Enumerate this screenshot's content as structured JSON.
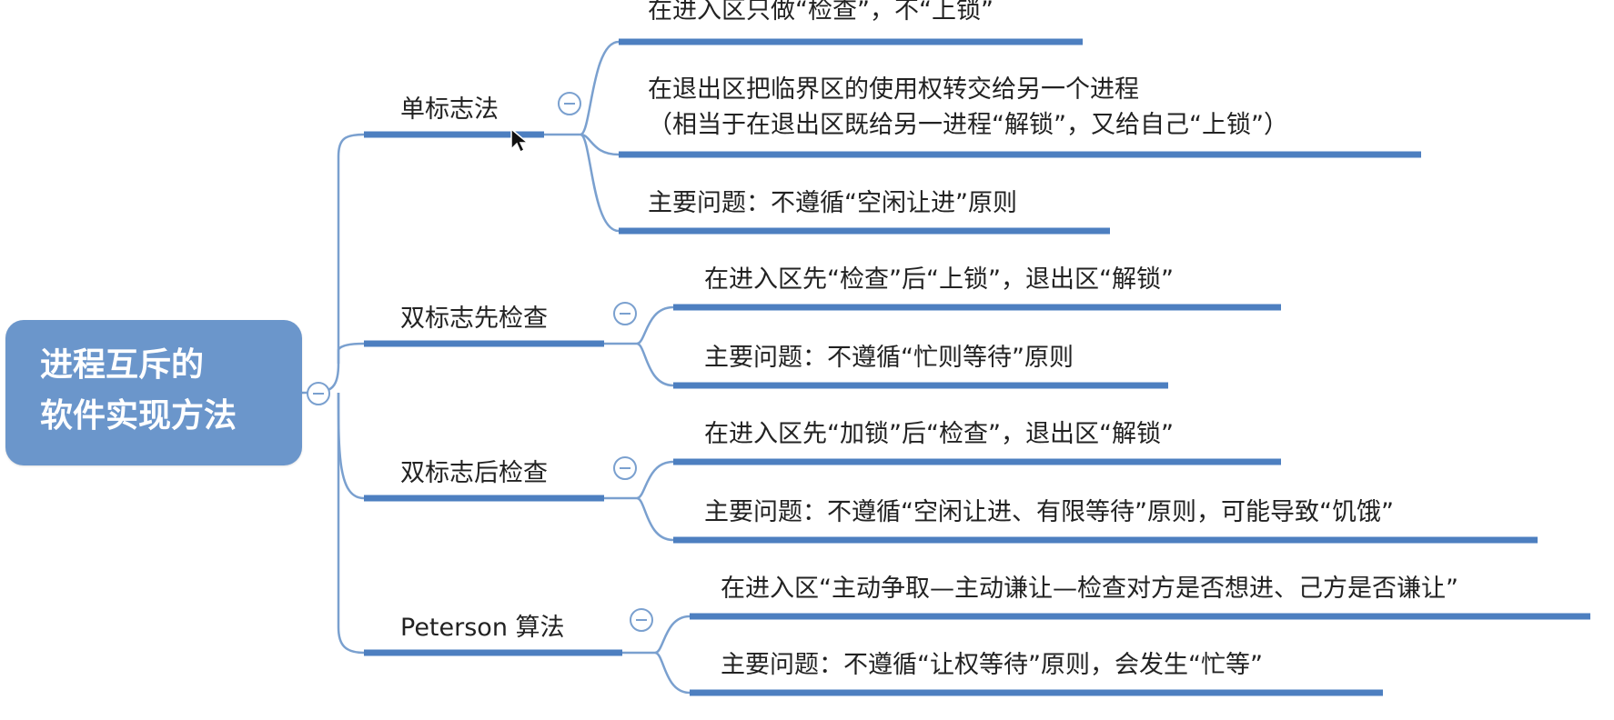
{
  "root": {
    "label_line1": "进程互斥的",
    "label_line2": "软件实现方法"
  },
  "branches": [
    {
      "label": "单标志法",
      "items": [
        "在进入区只做“检查”，不“上锁”",
        "在退出区把临界区的使用权转交给另一个进程",
        "（相当于在退出区既给另一进程“解锁”，又给自己“上锁”）",
        "主要问题：不遵循“空闲让进”原则"
      ]
    },
    {
      "label": "双标志先检查",
      "items": [
        "在进入区先“检查”后“上锁”，退出区“解锁”",
        "主要问题：不遵循“忙则等待”原则"
      ]
    },
    {
      "label": "双标志后检查",
      "items": [
        "在进入区先“加锁”后“检查”，退出区“解锁”",
        "主要问题：不遵循“空闲让进、有限等待”原则，可能导致“饥饿”"
      ]
    },
    {
      "label": "Peterson 算法",
      "items": [
        "在进入区“主动争取—主动谦让—检查对方是否想进、己方是否谦让”",
        "主要问题：不遵循“让权等待”原则，会发生“忙等”"
      ]
    }
  ],
  "colors": {
    "line": "#7aa0cf",
    "underline": "#4d7fc0",
    "root_fill": "#6b96cb"
  },
  "icons": {
    "collapse": "minus-circle-icon",
    "cursor": "mouse-pointer-icon"
  }
}
